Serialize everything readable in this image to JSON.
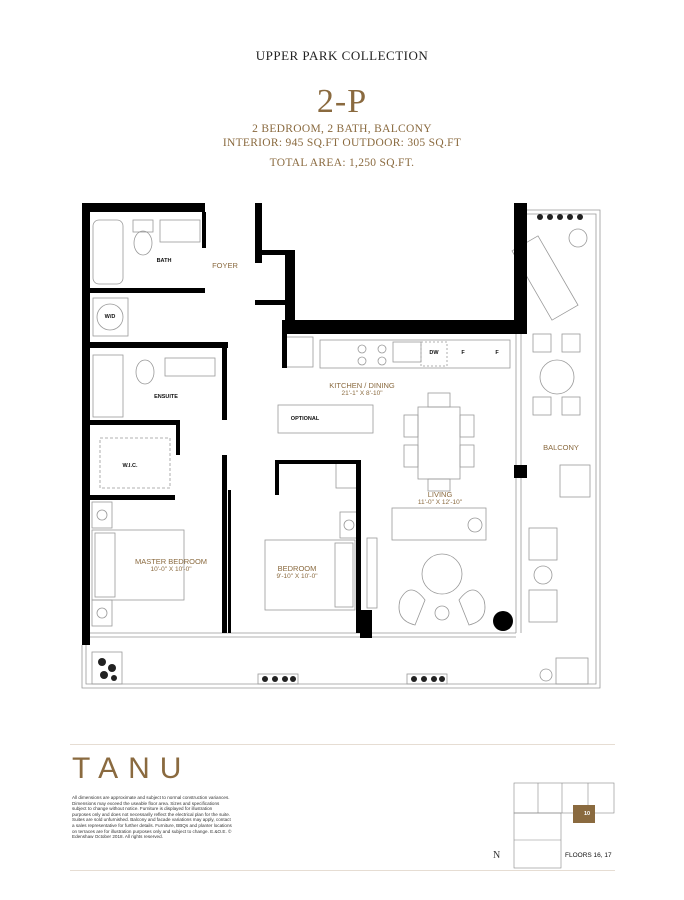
{
  "header": {
    "collection": "UPPER PARK COLLECTION",
    "unit": "2-P",
    "spec_line1": "2 BEDROOM, 2 BATH, BALCONY",
    "spec_line2": "INTERIOR: 945 SQ.FT  OUTDOOR: 305 SQ.FT",
    "spec_line3": "TOTAL AREA: 1,250 SQ.FT."
  },
  "rooms": {
    "bath": "BATH",
    "foyer": "FOYER",
    "wd": "W/D",
    "ensuite": "ENSUITE",
    "wic": "W.I.C.",
    "kitchen": "KITCHEN / DINING",
    "kitchen_dim": "21'-1\" X 8'-10\"",
    "optional": "OPTIONAL",
    "dw": "DW",
    "fridge1": "F",
    "fridge2": "F",
    "living": "LIVING",
    "living_dim": "11'-0\" X 12'-10\"",
    "balcony": "BALCONY",
    "master": "MASTER BEDROOM",
    "master_dim": "10'-0\" X 10'-0\"",
    "bedroom": "BEDROOM",
    "bedroom_dim": "9'-10\" X 10'-0\""
  },
  "footer": {
    "logo": "TANU",
    "disclaimer": "All dimensions are approximate and subject to normal construction variances. Dimensions may exceed the useable floor area. Sizes and specifications subject to change without notice. Furniture is displayed for illustration purposes only and does not necessarily reflect the electrical plan for the suite. Suites are sold unfurnished. Balcony and facade variations may apply, contact a sales representative for further details. Furniture, BBQs and planter locations on terraces are for illustration purposes only and subject to change. E.&O.E. © Edenshaw October 2018. All rights reserved.",
    "keyplan_unit": "10",
    "north": "N",
    "floors": "FLOORS 16, 17"
  },
  "colors": {
    "accent": "#8a6a3f",
    "wall": "#000000",
    "rule": "#e6ddd3"
  }
}
